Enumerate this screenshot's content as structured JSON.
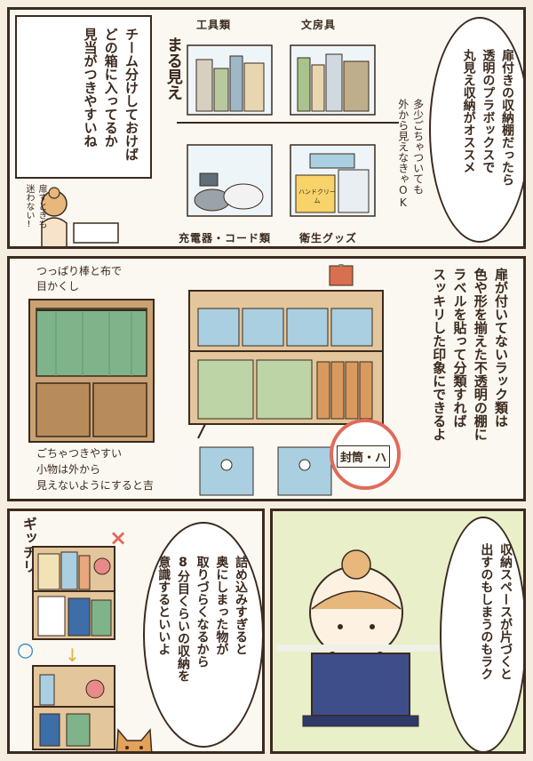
{
  "panel1": {
    "narration": "チーム分けしておけば\nどの箱に入ってるか\n見当がつきやすいね",
    "speech": "扉付きの収納棚だったら\n透明のプラボックスで\n丸見え収納がオススメ",
    "side_label": "まる見え",
    "box_labels": {
      "top_left": "工具類",
      "top_right": "文房具",
      "bottom_left": "充電器・コード類",
      "bottom_right": "衛生グッズ"
    },
    "hand_note_ok": "多少ごちゃついても\n外から見えなきゃOK",
    "hand_note_door": "扉すときも\n迷わない!",
    "item_label": "ハンドクリーム"
  },
  "panel2": {
    "narration": "扉が付いてないラック類は\n色や形を揃えた不透明の棚に\nラベルを貼って分類すれば\nスッキリした印象にできるよ",
    "hand_note_curtain": "つっぱり棒と布で\n目かくし",
    "hand_note_bottom": "ごちゃつきやすい\n小物は外から\n見えないようにすると吉",
    "zoom_label": "封筒・ハ"
  },
  "panel3": {
    "side_label": "ギッチリ",
    "speech": "詰め込みすぎると\n奥にしまった物が\n取りづらくなるから\n8分目くらいの収納を\n意識するといいよ",
    "narration": "収納スペースが片づくと\n出すのもしまうのもラク",
    "bad_mark": "×",
    "good_mark": "○"
  },
  "colors": {
    "ink": "#3b2a1e",
    "box_blue": "#a9cfe0",
    "box_green": "#bcd4a6",
    "shelf_wood": "#d9b98c",
    "curtain": "#7fb48a",
    "accent_red": "#e06a5a",
    "accent_blue": "#2f86c8"
  }
}
